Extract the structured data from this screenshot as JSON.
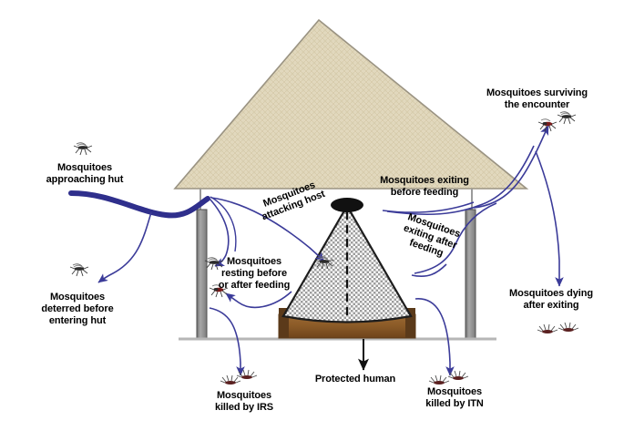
{
  "figure": {
    "kind": "experimental-hut-mosquito-flow-diagram",
    "background_color": "#ffffff",
    "flow_color": "#3b3b99",
    "roof_color": "#e2d8bd",
    "wall_color": "#8c8c8c",
    "floor_color": "#bdbdbd",
    "bed_frame_color": "#8a5a2b",
    "net_color": "#b9b9b9"
  },
  "labels": {
    "approaching": "Mosquitoes\napproaching hut",
    "deterred": "Mosquitoes\ndeterred before\nentering hut",
    "resting": "Mosquitoes\nresting before\nor after feeding",
    "attacking": "Mosquitoes\nattacking host",
    "exiting_before": "Mosquitoes exiting\nbefore feeding",
    "exiting_after": "Mosquitoes\nexiting after\nfeeding",
    "surviving": "Mosquitoes surviving\nthe encounter",
    "dying": "Mosquitoes dying\nafter exiting",
    "killed_irs": "Mosquitoes\nkilled by IRS",
    "killed_itn": "Mosquitoes\nkilled by ITN",
    "protected": "Protected human"
  },
  "icons": {
    "mosquito_alive": "mosquito-icon",
    "mosquito_fed": "mosquito-blood-fed-icon",
    "mosquito_dead": "mosquito-dead-icon"
  },
  "structure": {
    "roof": "hut-roof",
    "left_wall": "hut-left-wall",
    "right_wall": "hut-right-wall",
    "floor": "hut-floor",
    "bed": "bed",
    "bednet": "insecticide-treated-net",
    "sleeper": "sleeping-human"
  }
}
